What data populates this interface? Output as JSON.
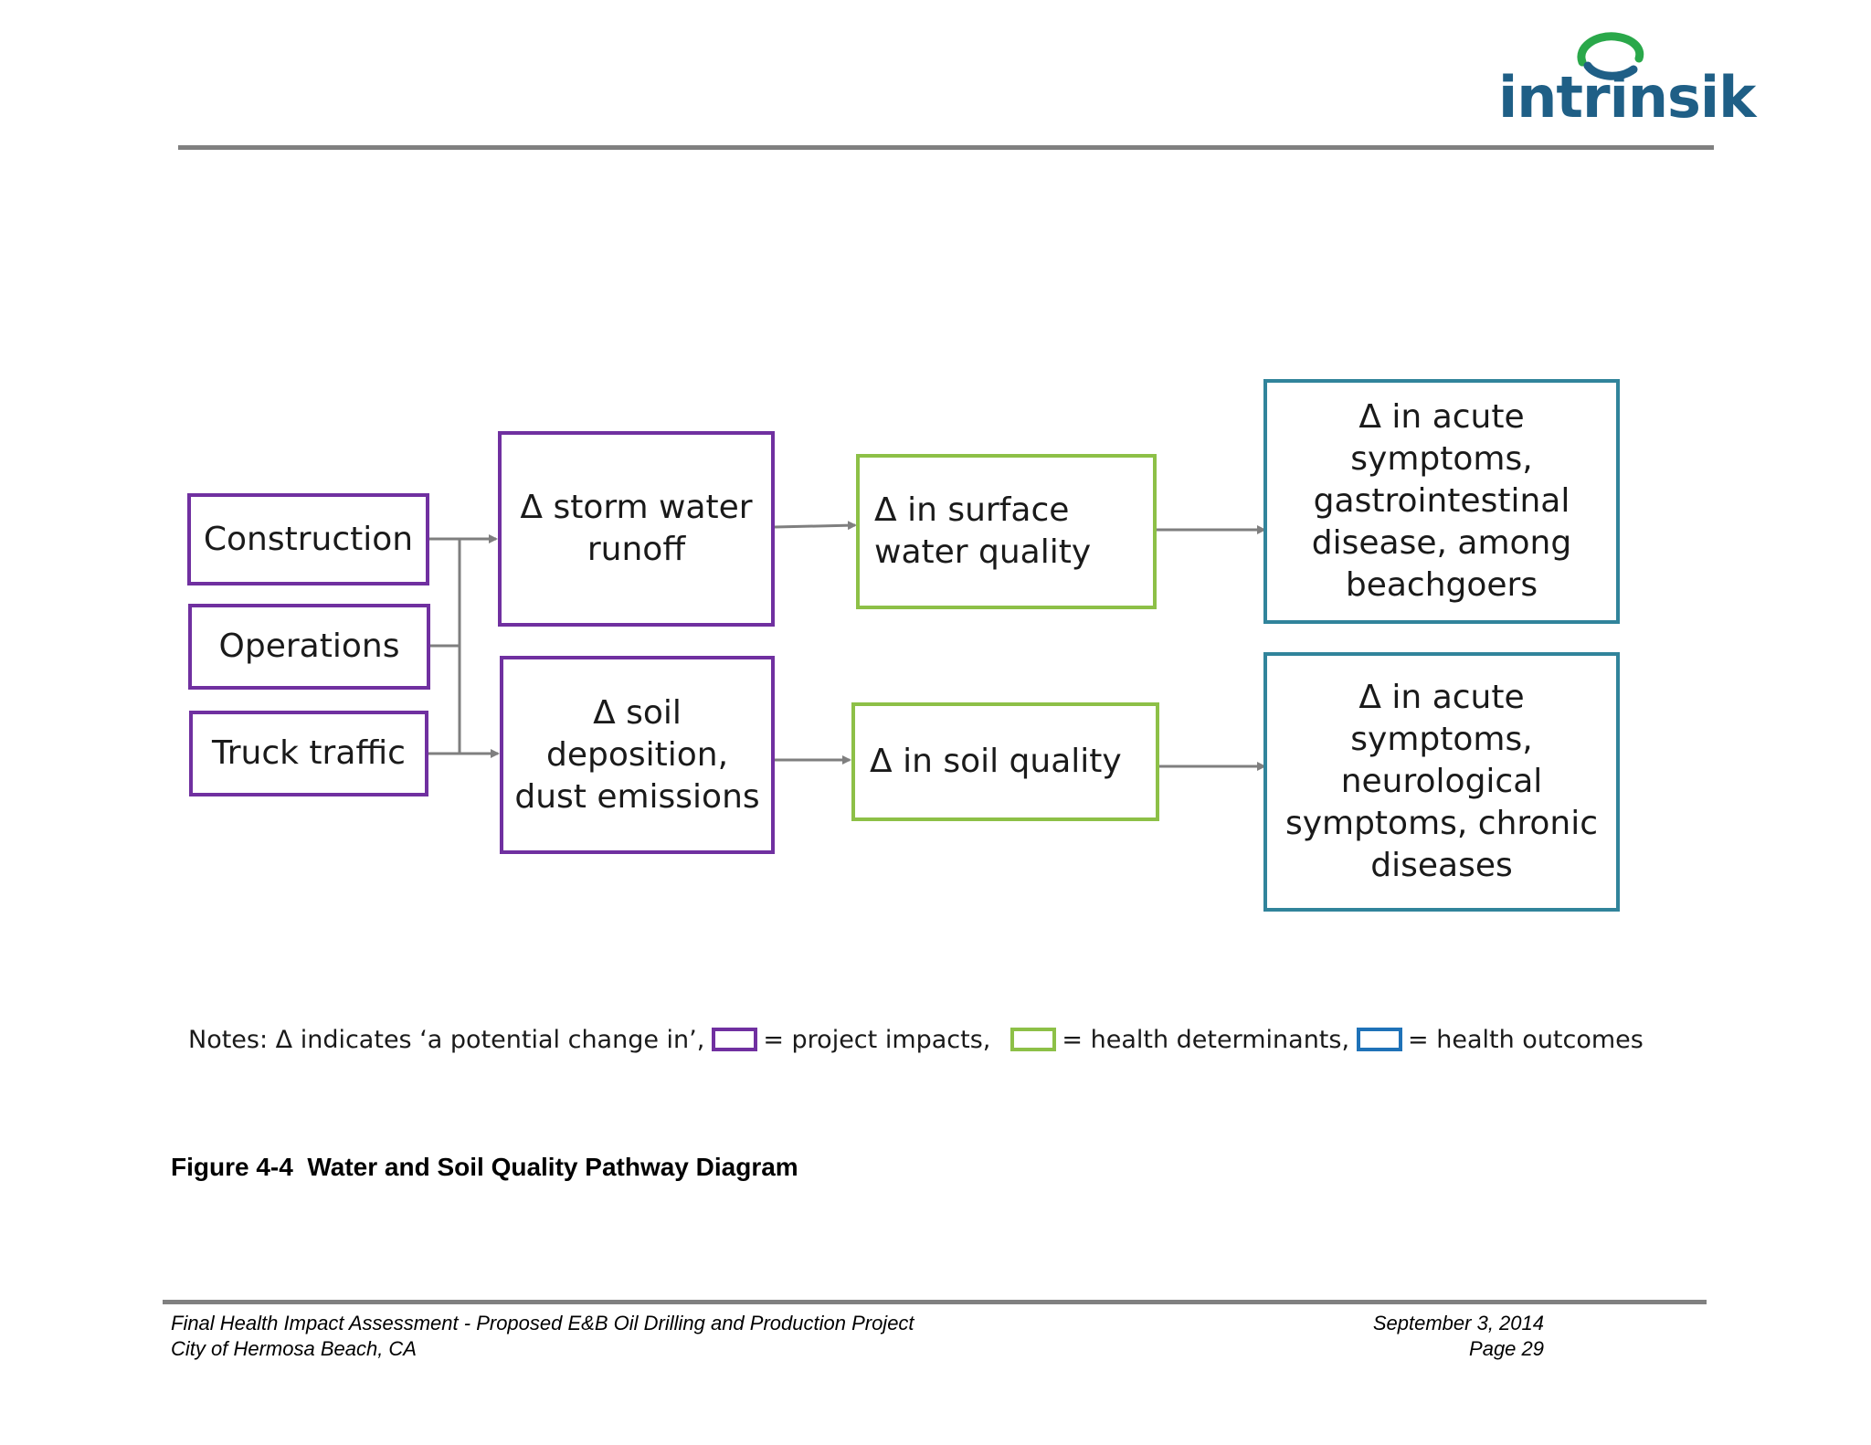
{
  "header": {
    "logo_text": "intrinsik",
    "logo_name": "intrinsik-logo",
    "colors": {
      "logo_text": "#1f5f86",
      "logo_swoosh_green": "#2aa84a",
      "logo_swoosh_blue": "#1f5f86"
    }
  },
  "diagram": {
    "colors": {
      "project_impact": "#7030a0",
      "health_determinant": "#8dc047",
      "health_outcome": "#31849b",
      "connector": "#7f7f7f"
    },
    "sources": [
      {
        "id": "construction",
        "label": "Construction"
      },
      {
        "id": "operations",
        "label": "Operations"
      },
      {
        "id": "truck",
        "label": "Truck traffic"
      }
    ],
    "impacts": [
      {
        "id": "storm",
        "label": "Δ  storm water\nrunoff"
      },
      {
        "id": "soil",
        "label": "Δ  soil\ndeposition,\ndust emissions"
      }
    ],
    "determinants": [
      {
        "id": "surface",
        "label": "Δ  in surface\nwater quality"
      },
      {
        "id": "soilq",
        "label": "Δ  in soil quality"
      }
    ],
    "outcomes": [
      {
        "id": "acute1",
        "label": "Δ  in acute\nsymptoms,\ngastrointestinal\ndisease,  among\nbeachgoers"
      },
      {
        "id": "acute2",
        "label": "Δ  in acute\nsymptoms,\nneurological\nsymptoms, chronic\ndiseases"
      }
    ]
  },
  "notes": {
    "prefix": "Notes: Δ indicates ‘a potential change in’,",
    "project_impacts": "= project impacts,",
    "health_determinants": "= health determinants,",
    "health_outcomes": "= health outcomes",
    "swatch_colors": {
      "impact": "#7030a0",
      "determinant": "#8dc047",
      "outcome": "#1f72b8"
    }
  },
  "caption": "Figure 4-4  Water and Soil Quality Pathway Diagram",
  "footer": {
    "left_line1": "Final Health Impact Assessment - Proposed E&B Oil Drilling and Production Project",
    "left_line2": "City of Hermosa Beach, CA",
    "right_line1": "September 3, 2014",
    "right_line2": "Page 29"
  }
}
